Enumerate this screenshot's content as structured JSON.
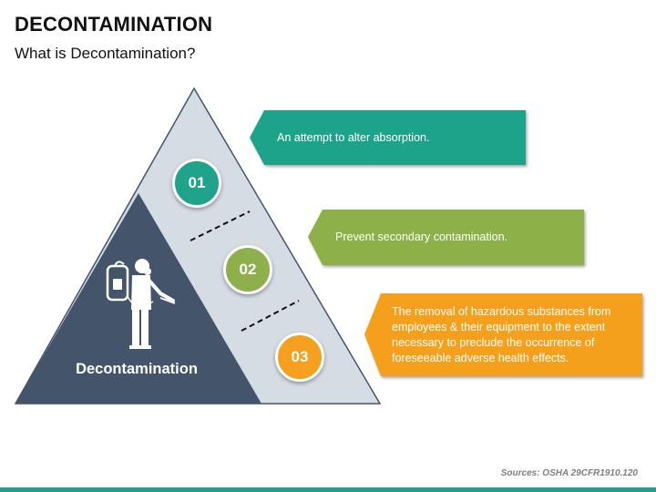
{
  "header": {
    "title": "DECONTAMINATION",
    "subtitle": "What is Decontamination?"
  },
  "pyramid": {
    "label": "Decontamination",
    "steps": [
      {
        "number": "01",
        "text": "An attempt to alter absorption.",
        "color": "#1fa38a"
      },
      {
        "number": "02",
        "text": "Prevent secondary contamination.",
        "color": "#8db04a"
      },
      {
        "number": "03",
        "text": "The removal of hazardous substances from employees & their equipment to the extent necessary to preclude the occurrence of foreseeable adverse health effects.",
        "color": "#f5a01f"
      }
    ]
  },
  "footer": {
    "source": "Sources: OSHA 29CFR1910.120"
  },
  "colors": {
    "dark": "#44546a",
    "light": "#d6dce4",
    "teal": "#1fa38a",
    "green": "#8db04a",
    "orange": "#f5a01f"
  },
  "icons": [
    "hazmat-worker-icon"
  ]
}
